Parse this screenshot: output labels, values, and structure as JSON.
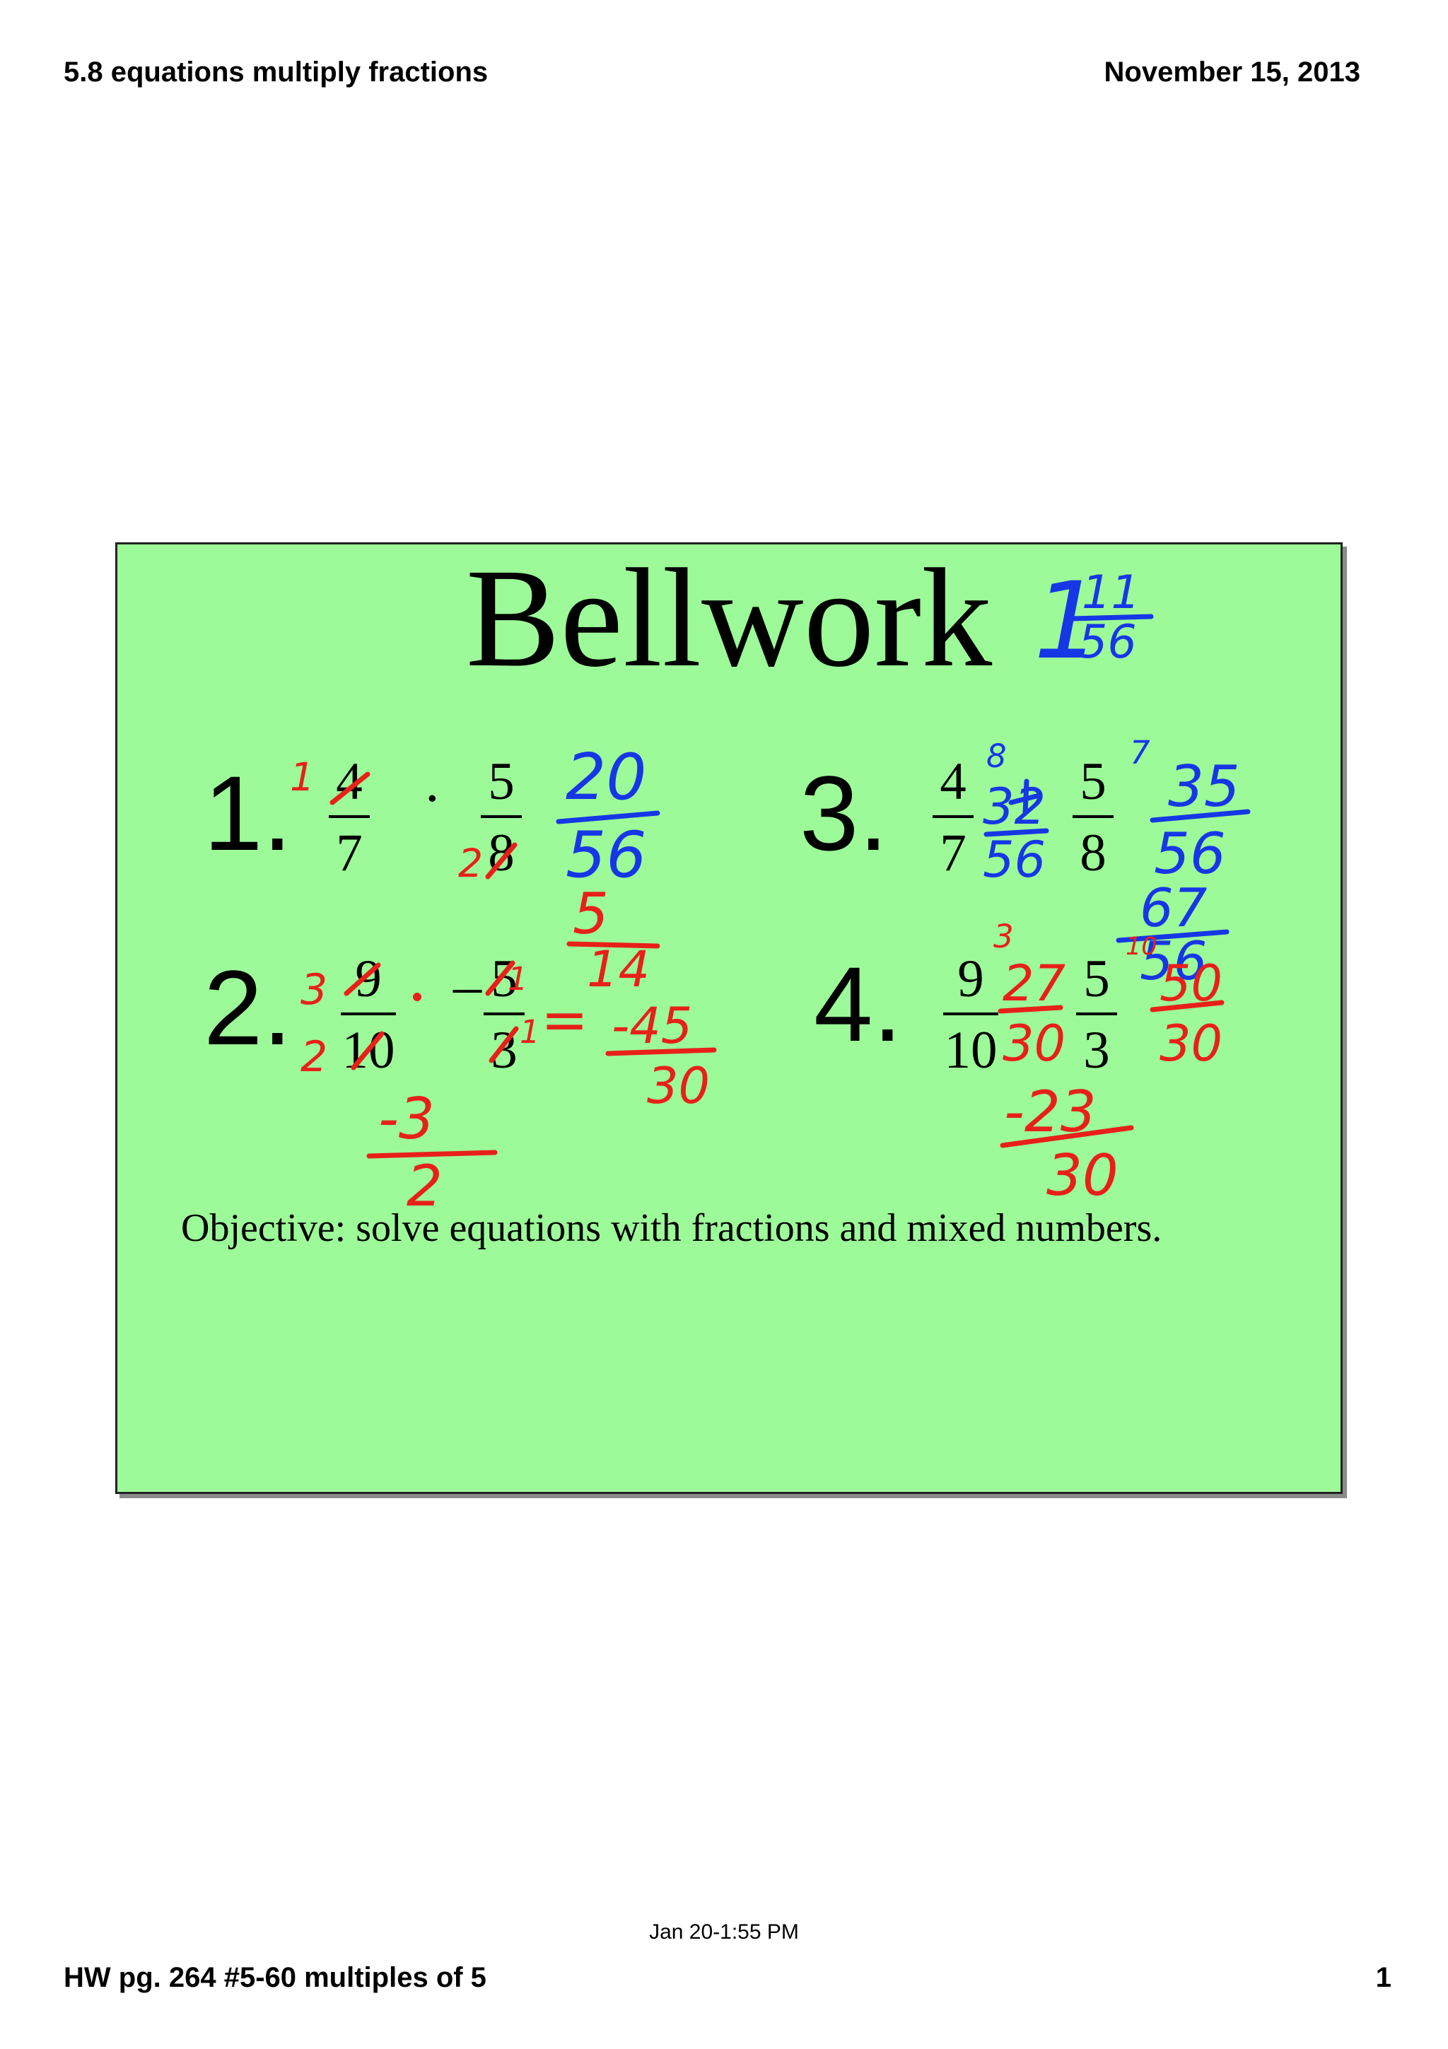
{
  "header": {
    "title": "5.8 equations multiply fractions",
    "date": "November 15, 2013"
  },
  "slide": {
    "title": "Bellwork",
    "problems": [
      {
        "label": "1.",
        "left": {
          "num": "4",
          "den": "7"
        },
        "op": "·",
        "right": {
          "num": "5",
          "den": "8"
        }
      },
      {
        "label": "2.",
        "left": {
          "num": "9",
          "den": "10"
        },
        "op": "·",
        "right": {
          "num": "5",
          "den": "3"
        },
        "sign": "–"
      },
      {
        "label": "3.",
        "left": {
          "num": "4",
          "den": "7"
        },
        "op": "+",
        "right": {
          "num": "5",
          "den": "8"
        }
      },
      {
        "label": "4.",
        "left": {
          "num": "9",
          "den": "10"
        },
        "op": "–",
        "right": {
          "num": "5",
          "den": "3"
        }
      }
    ],
    "objective": "Objective: solve equations with fractions and mixed numbers."
  },
  "annotations": {
    "red_color": "#e8201a",
    "blue_color": "#1637e6",
    "answer_title": {
      "whole": "1",
      "num": "11",
      "den": "56"
    },
    "p1": {
      "cancel_top": "1",
      "cancel_bottom": "2",
      "product_num": "20",
      "product_den": "56",
      "simplified_num": "5",
      "simplified_den": "14"
    },
    "p2": {
      "cancel_top": "3",
      "cancel_bottom": "2",
      "cancel_right_top": "1",
      "cancel_right_bottom": "1",
      "equals": "=",
      "product_num": "-45",
      "product_den": "30",
      "simplified_num": "-3",
      "simplified_den": "2"
    },
    "p3": {
      "mult_left": "8",
      "mult_right": "7",
      "left_num": "32",
      "left_den": "56",
      "right_num": "35",
      "right_den": "56",
      "sum_num": "67",
      "sum_den": "56",
      "sum_extra": "10"
    },
    "p4": {
      "mult_left": "3",
      "left_num": "27",
      "left_den": "30",
      "right_num": "50",
      "right_den": "30",
      "mult_right": "10",
      "result_num": "-23",
      "result_den": "30"
    }
  },
  "footer": {
    "timestamp": "Jan 20-1:55 PM",
    "homework": "HW pg. 264 #5-60 multiples of 5",
    "page": "1"
  }
}
